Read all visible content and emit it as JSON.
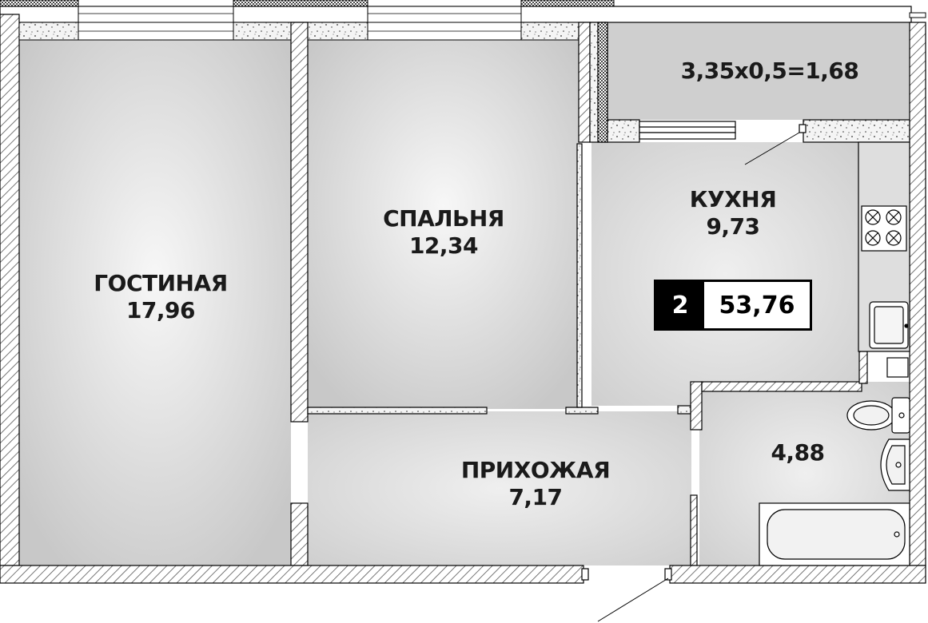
{
  "rooms": {
    "living": {
      "name": "ГОСТИНАЯ",
      "area": "17,96"
    },
    "bedroom": {
      "name": "СПАЛЬНЯ",
      "area": "12,34"
    },
    "kitchen": {
      "name": "КУХНЯ",
      "area": "9,73"
    },
    "hallway": {
      "name": "ПРИХОЖАЯ",
      "area": "7,17"
    },
    "bathroom": {
      "area": "4,88"
    },
    "balcony": {
      "formula": "3,35x0,5=1,68"
    }
  },
  "apartment": {
    "rooms_count": "2",
    "total_area": "53,76"
  },
  "colors": {
    "wall_hatch": "#7a7a7a",
    "floor_light": "#f2f2f2",
    "floor_dark": "#c9c9c9",
    "ink": "#1a1a1a"
  }
}
